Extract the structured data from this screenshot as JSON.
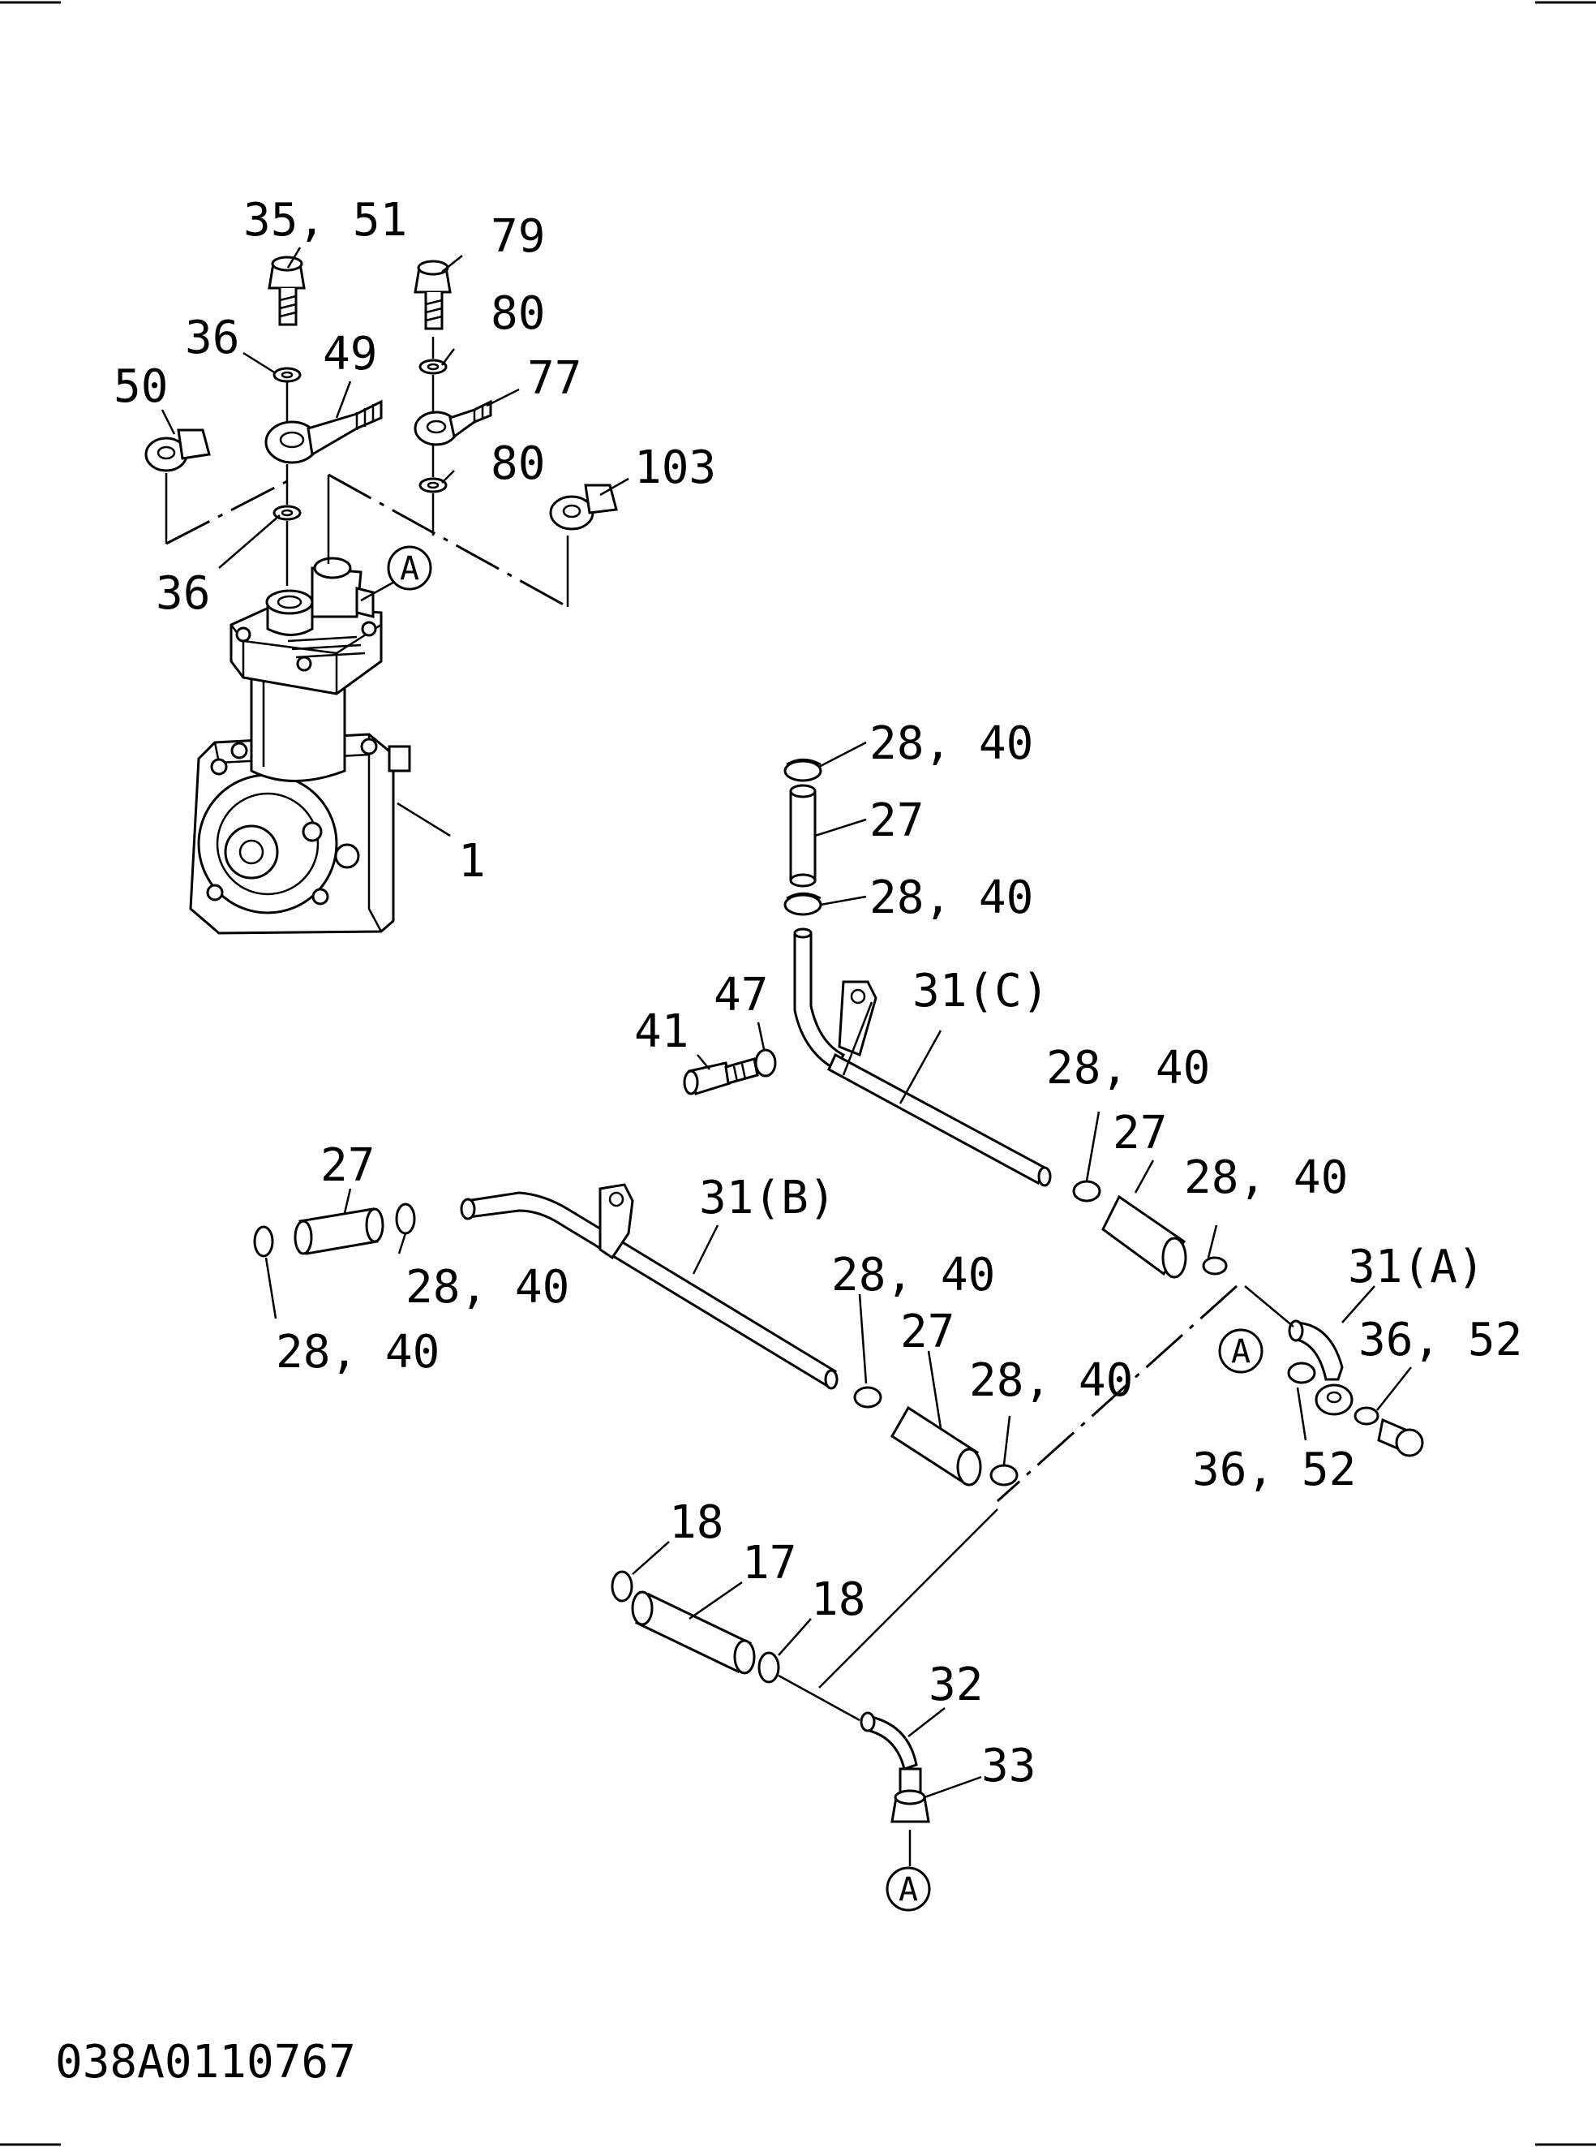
{
  "drawing_code": "038A0110767",
  "reference_symbol": "A",
  "callouts": [
    {
      "id": "c-35-51",
      "text": "35, 51"
    },
    {
      "id": "c-79",
      "text": "79"
    },
    {
      "id": "c-36-top",
      "text": "36"
    },
    {
      "id": "c-49",
      "text": "49"
    },
    {
      "id": "c-80-top",
      "text": "80"
    },
    {
      "id": "c-50",
      "text": "50"
    },
    {
      "id": "c-77",
      "text": "77"
    },
    {
      "id": "c-80-bottom",
      "text": "80"
    },
    {
      "id": "c-103",
      "text": "103"
    },
    {
      "id": "c-36-bottom",
      "text": "36"
    },
    {
      "id": "c-1",
      "text": "1"
    },
    {
      "id": "c-28-40-a",
      "text": "28, 40"
    },
    {
      "id": "c-27-a",
      "text": "27"
    },
    {
      "id": "c-28-40-b",
      "text": "28, 40"
    },
    {
      "id": "c-47",
      "text": "47"
    },
    {
      "id": "c-31c",
      "text": "31(C)"
    },
    {
      "id": "c-41",
      "text": "41"
    },
    {
      "id": "c-28-40-c",
      "text": "28, 40"
    },
    {
      "id": "c-27-b",
      "text": "27"
    },
    {
      "id": "c-27-c",
      "text": "27"
    },
    {
      "id": "c-28-40-d",
      "text": "28, 40"
    },
    {
      "id": "c-31b",
      "text": "31(B)"
    },
    {
      "id": "c-28-40-e",
      "text": "28, 40"
    },
    {
      "id": "c-31a",
      "text": "31(A)"
    },
    {
      "id": "c-28-40-f",
      "text": "28, 40"
    },
    {
      "id": "c-28-40-g",
      "text": "28, 40"
    },
    {
      "id": "c-27-d",
      "text": "27"
    },
    {
      "id": "c-36-52-a",
      "text": "36, 52"
    },
    {
      "id": "c-28-40-h",
      "text": "28, 40"
    },
    {
      "id": "c-36-52-b",
      "text": "36, 52"
    },
    {
      "id": "c-18-a",
      "text": "18"
    },
    {
      "id": "c-17",
      "text": "17"
    },
    {
      "id": "c-18-b",
      "text": "18"
    },
    {
      "id": "c-32",
      "text": "32"
    },
    {
      "id": "c-33",
      "text": "33"
    }
  ]
}
